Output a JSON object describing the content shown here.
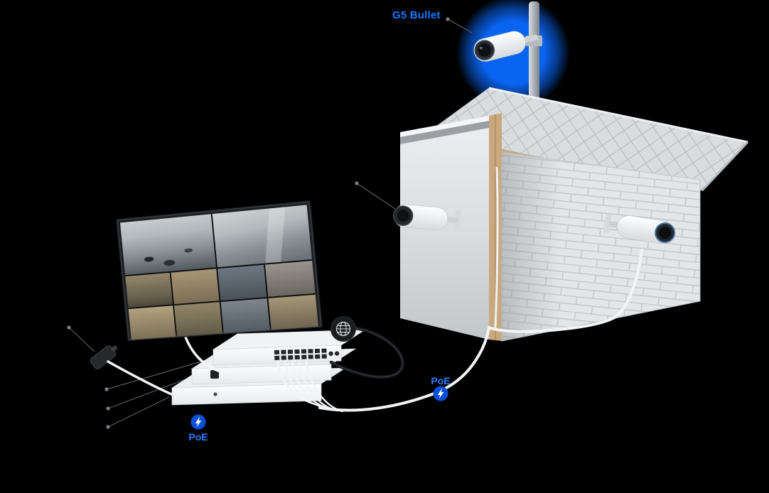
{
  "labels": {
    "g5_bullet": "G5 Bullet",
    "poe_cable": "PoE",
    "poe_stack": "PoE"
  },
  "icons": {
    "internet_globe": "🌐",
    "poe_bolt": "⚡"
  },
  "colors": {
    "background": "#000000",
    "label_blue": "#1478ff",
    "poe_badge_blue": "#0b4fd9",
    "glow_blue": "#0a64f2",
    "cable_white": "#f2f4f5",
    "callout_gray": "#6e7276",
    "building_gray": "#d9dde0",
    "device_white": "#f0f2f3"
  },
  "scene": {
    "wall_camera_count": 2,
    "monitor_feed_tiles": 10,
    "stacked_devices": 3
  }
}
